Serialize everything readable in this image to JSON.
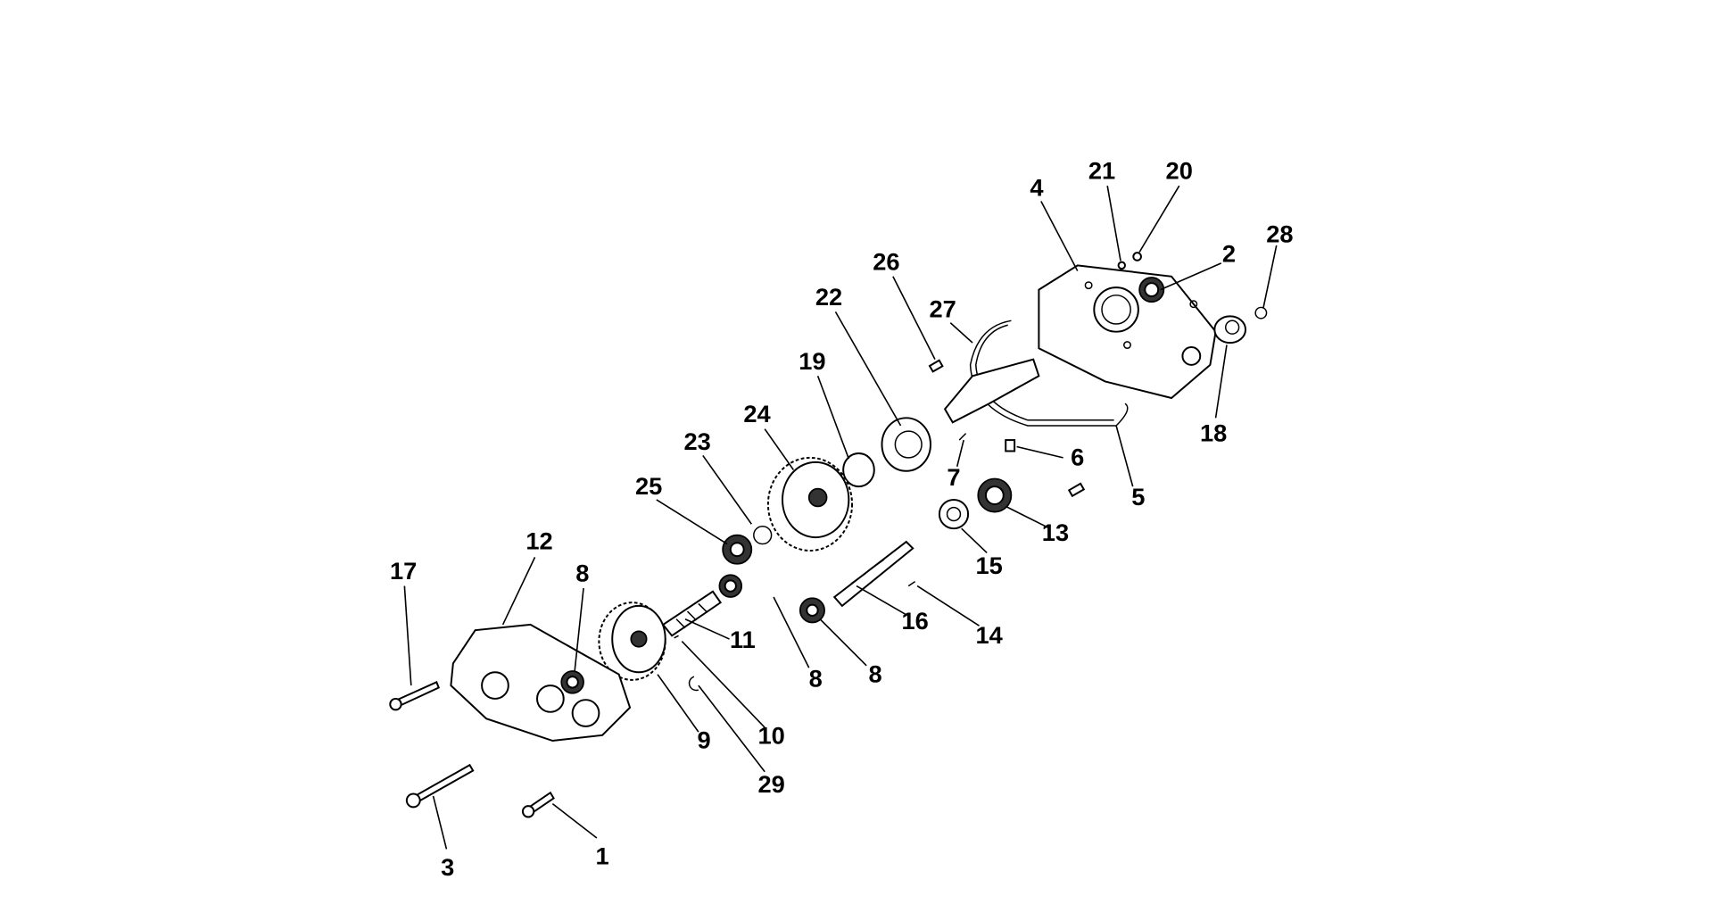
{
  "diagram": {
    "type": "exploded parts diagram",
    "part_labels": [
      "21",
      "20",
      "4",
      "2",
      "28",
      "26",
      "22",
      "27",
      "19",
      "24",
      "23",
      "18",
      "6",
      "7",
      "25",
      "5",
      "13",
      "15",
      "12",
      "17",
      "8",
      "11",
      "16",
      "14",
      "8",
      "8",
      "9",
      "10",
      "29",
      "3",
      "1"
    ]
  }
}
